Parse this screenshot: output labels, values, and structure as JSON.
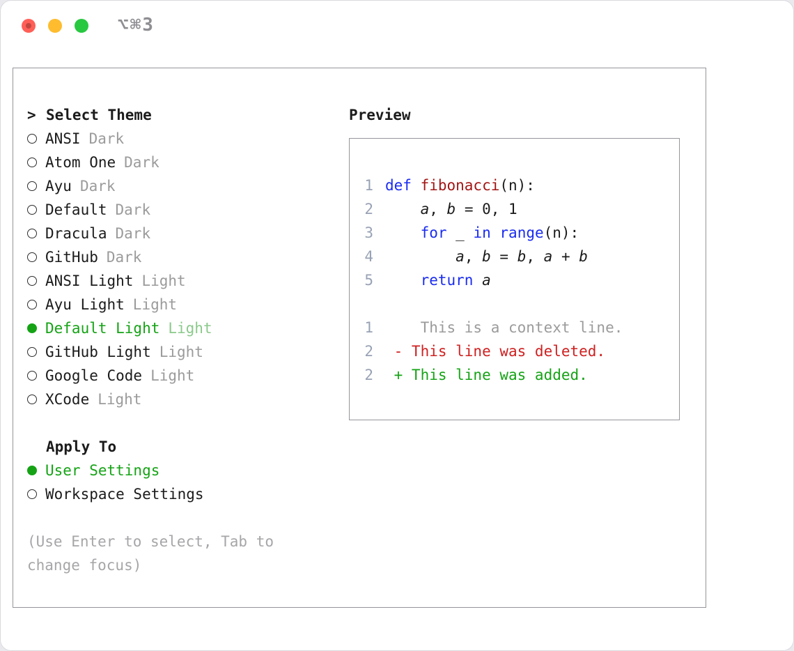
{
  "titlebar": {
    "shortcut": "⌥⌘3"
  },
  "theme_selector": {
    "prompt": ">",
    "title": "Select Theme",
    "items": [
      {
        "name": "ANSI",
        "variant": "Dark",
        "selected": false
      },
      {
        "name": "Atom One",
        "variant": "Dark",
        "selected": false
      },
      {
        "name": "Ayu",
        "variant": "Dark",
        "selected": false
      },
      {
        "name": "Default",
        "variant": "Dark",
        "selected": false
      },
      {
        "name": "Dracula",
        "variant": "Dark",
        "selected": false
      },
      {
        "name": "GitHub",
        "variant": "Dark",
        "selected": false
      },
      {
        "name": "ANSI Light",
        "variant": "Light",
        "selected": false
      },
      {
        "name": "Ayu Light",
        "variant": "Light",
        "selected": false
      },
      {
        "name": "Default Light",
        "variant": "Light",
        "selected": true
      },
      {
        "name": "GitHub Light",
        "variant": "Light",
        "selected": false
      },
      {
        "name": "Google Code",
        "variant": "Light",
        "selected": false
      },
      {
        "name": "XCode",
        "variant": "Light",
        "selected": false
      }
    ]
  },
  "apply_to": {
    "title": "Apply To",
    "options": [
      {
        "label": "User Settings",
        "selected": true
      },
      {
        "label": "Workspace Settings",
        "selected": false
      }
    ]
  },
  "hint": "(Use Enter to select, Tab to change focus)",
  "preview": {
    "title": "Preview",
    "code_lines": [
      {
        "num": "1",
        "tokens": [
          [
            "kw",
            "def "
          ],
          [
            "fn",
            "fibonacci"
          ],
          [
            "pl",
            "(n):"
          ]
        ]
      },
      {
        "num": "2",
        "tokens": [
          [
            "pl",
            "    "
          ],
          [
            "it",
            "a"
          ],
          [
            "pl",
            ", "
          ],
          [
            "it",
            "b"
          ],
          [
            "pl",
            " = 0, 1"
          ]
        ]
      },
      {
        "num": "3",
        "tokens": [
          [
            "pl",
            "    "
          ],
          [
            "kw",
            "for"
          ],
          [
            "pl",
            " _ "
          ],
          [
            "kw",
            "in"
          ],
          [
            "pl",
            " "
          ],
          [
            "kw",
            "range"
          ],
          [
            "pl",
            "(n):"
          ]
        ]
      },
      {
        "num": "4",
        "tokens": [
          [
            "pl",
            "        "
          ],
          [
            "it",
            "a"
          ],
          [
            "pl",
            ", "
          ],
          [
            "it",
            "b"
          ],
          [
            "pl",
            " = "
          ],
          [
            "it",
            "b"
          ],
          [
            "pl",
            ", "
          ],
          [
            "it",
            "a"
          ],
          [
            "pl",
            " + "
          ],
          [
            "it",
            "b"
          ]
        ]
      },
      {
        "num": "5",
        "tokens": [
          [
            "pl",
            "    "
          ],
          [
            "kw",
            "return"
          ],
          [
            "pl",
            " "
          ],
          [
            "it",
            "a"
          ]
        ]
      }
    ],
    "diff_lines": [
      {
        "num": "1",
        "kind": "ctx",
        "text": "    This is a context line."
      },
      {
        "num": "2",
        "kind": "del",
        "text": " - This line was deleted."
      },
      {
        "num": "2",
        "kind": "add",
        "text": " + This line was added."
      }
    ]
  },
  "colors": {
    "accent-green": "#15a315",
    "selected-variant": "#8bc98b",
    "variant-muted": "#9b9b9b",
    "keyword": "#1a2cf0",
    "function": "#a31515",
    "linenum": "#98a2b5",
    "context": "#9b9b9b",
    "diff-del": "#cf2020",
    "diff-add": "#15a315",
    "traffic-red": "#ff5f57",
    "traffic-yellow": "#febc2e",
    "traffic-green": "#28c840"
  }
}
